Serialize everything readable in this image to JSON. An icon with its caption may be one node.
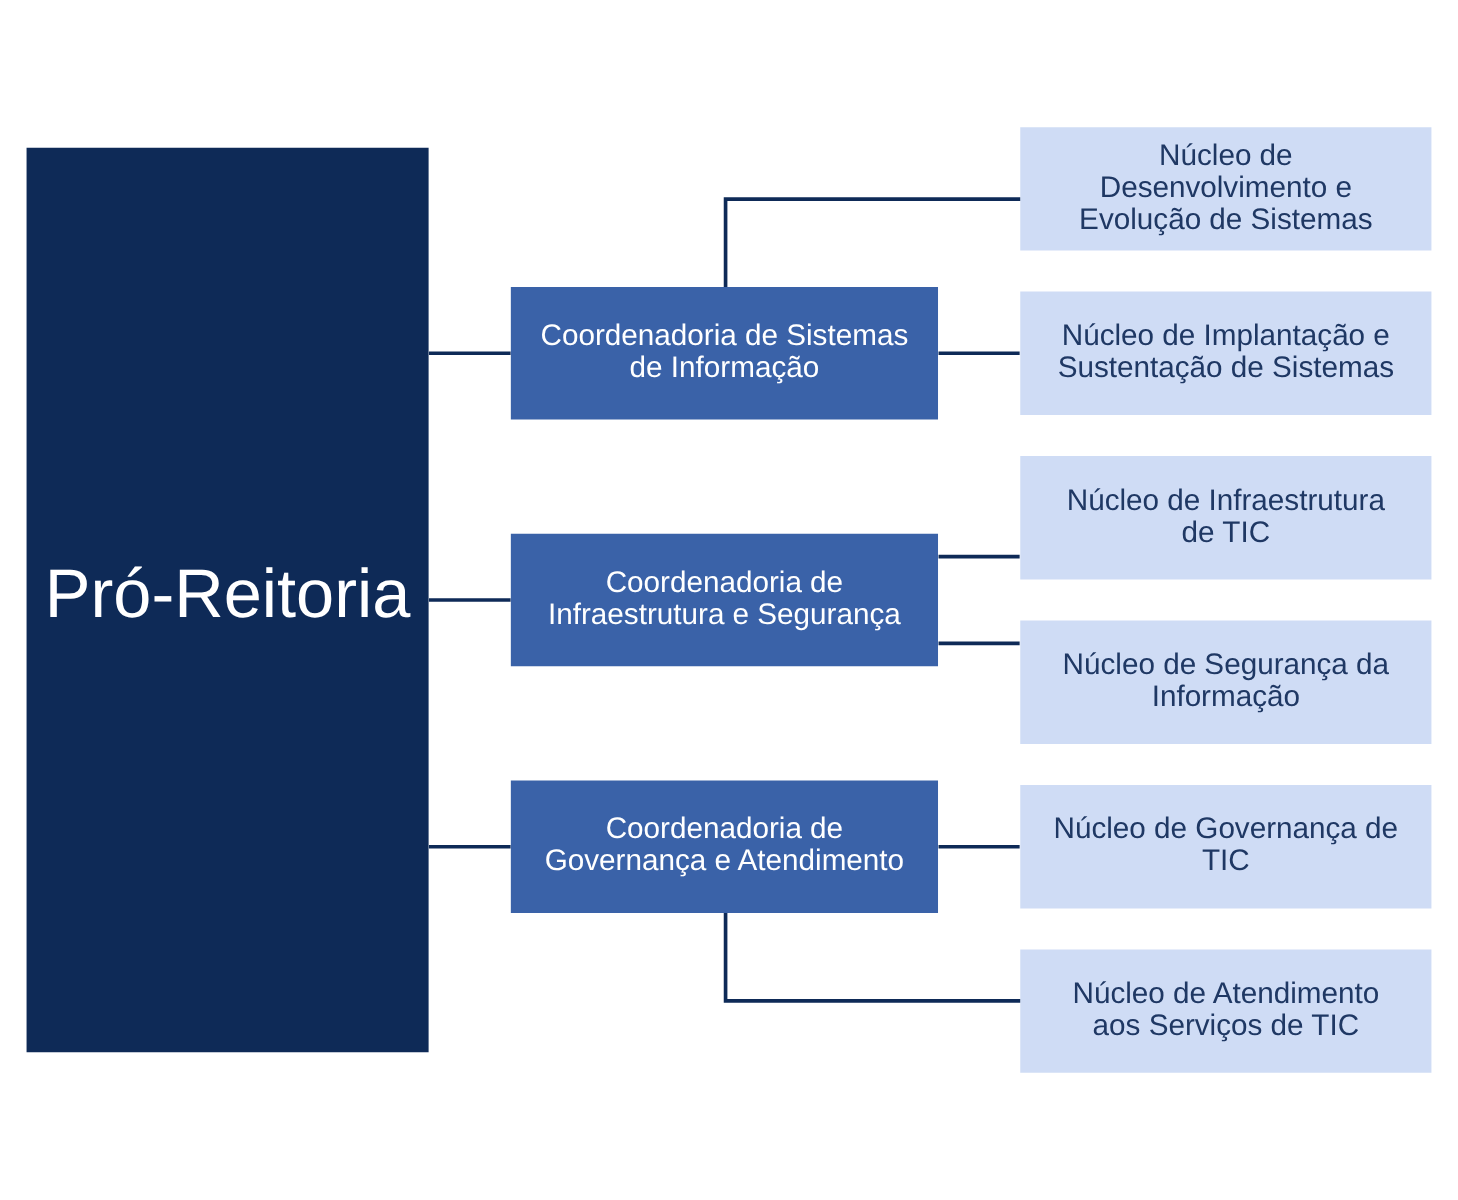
{
  "diagram": {
    "nodes": [
      {
        "text": [
          "Pró-Reitoria"
        ]
      },
      {
        "text": [
          "Coordenadoria de Sistemas de Informação"
        ]
      },
      {
        "text": [
          "Coordenadoria de Infraestrutura e Segurança"
        ]
      },
      {
        "text": [
          "Coordenadoria de Governança e Atendimento"
        ]
      },
      {
        "text": [
          "Núcleo de Desenvolvimento e Evolução de Sistemas"
        ]
      },
      {
        "text": [
          "Núcleo de Implantação e Sustentação de Sistemas"
        ]
      },
      {
        "text": [
          "Núcleo de Infraestrutura de TIC"
        ]
      },
      {
        "text": [
          "Núcleo de Segurança da Informação"
        ]
      },
      {
        "text": [
          "Núcleo de Governança de TIC"
        ]
      },
      {
        "text": [
          "Núcleo de Atendimento aos Serviços de TIC"
        ]
      }
    ],
    "edges": [
      {
        "from": 0,
        "to": 1,
        "arrow": "none"
      },
      {
        "from": 0,
        "to": 2,
        "arrow": "none"
      },
      {
        "from": 0,
        "to": 3,
        "arrow": "none"
      },
      {
        "from": 1,
        "to": 4,
        "arrow": "none"
      },
      {
        "from": 1,
        "to": 5,
        "arrow": "none"
      },
      {
        "from": 2,
        "to": 6,
        "arrow": "none"
      },
      {
        "from": 2,
        "to": 7,
        "arrow": "none"
      },
      {
        "from": 3,
        "to": 8,
        "arrow": "none"
      },
      {
        "from": 3,
        "to": 9,
        "arrow": "none"
      }
    ]
  }
}
